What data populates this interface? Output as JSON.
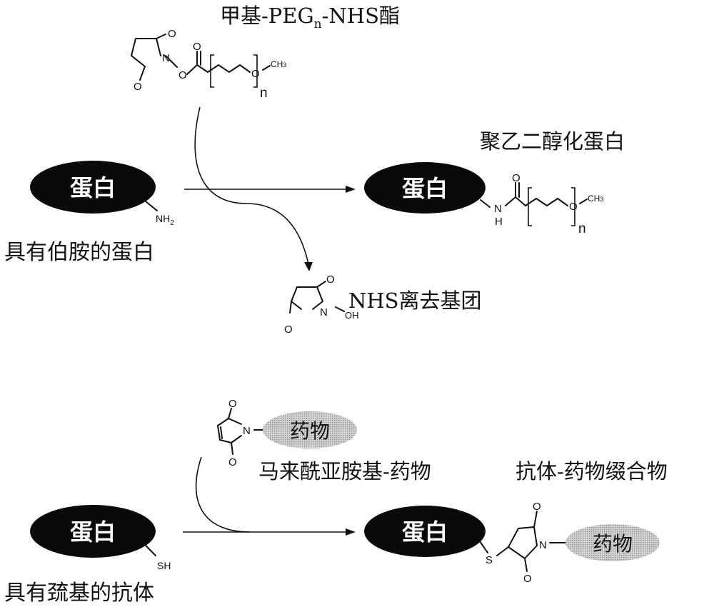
{
  "reaction1": {
    "reagent_title_prefix": "甲基-PEG",
    "reagent_title_sub": "n",
    "reagent_title_suffix": "-NHS酯",
    "protein_label": "蛋白",
    "protein_group": "NH",
    "protein_group_sub": "2",
    "protein_caption": "具有伯胺的蛋白",
    "product_title": "聚乙二醇化蛋白",
    "product_protein_label": "蛋白",
    "leaving_group_label": "NHS离去基团",
    "atoms": {
      "o": "O",
      "n": "N",
      "h": "H",
      "ch3": "CH",
      "ch3_sub": "3",
      "oh": "OH",
      "repeat": "n"
    }
  },
  "reaction2": {
    "reagent_drug_label": "药物",
    "reagent_caption": "马来酰亚胺基-药物",
    "protein_label": "蛋白",
    "protein_group": "SH",
    "protein_caption": "具有巯基的抗体",
    "product_title": "抗体-药物缀合物",
    "product_protein_label": "蛋白",
    "product_drug_label": "药物",
    "atoms": {
      "o": "O",
      "n": "N",
      "s": "S"
    }
  }
}
